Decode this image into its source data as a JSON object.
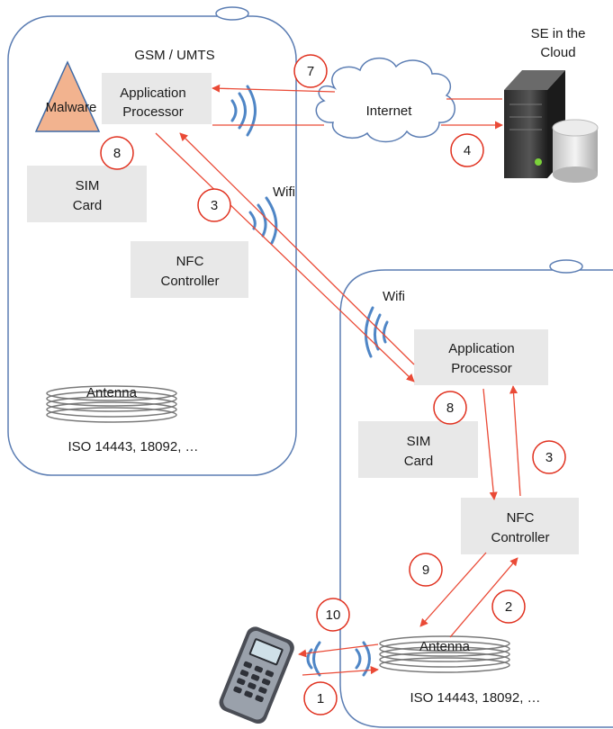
{
  "phone_left": {
    "network_label": "GSM / UMTS",
    "malware_label": "Malware",
    "app_processor": [
      "Application",
      "Processor"
    ],
    "sim_card": [
      "SIM",
      "Card"
    ],
    "nfc_controller": [
      "NFC",
      "Controller"
    ],
    "antenna_label": "Antenna",
    "iso_label": "ISO 14443, 18092, …"
  },
  "phone_right": {
    "app_processor": [
      "Application",
      "Processor"
    ],
    "sim_card": [
      "SIM",
      "Card"
    ],
    "nfc_controller": [
      "NFC",
      "Controller"
    ],
    "antenna_label": "Antenna",
    "iso_label": "ISO 14443, 18092, …"
  },
  "cloud": {
    "internet_label": "Internet"
  },
  "server": {
    "label": [
      "SE in the",
      "Cloud"
    ]
  },
  "wifi": {
    "left_label": "Wifi",
    "right_label": "Wifi"
  },
  "steps": {
    "s7": "7",
    "s8_left": "8",
    "s3_left": "3",
    "s4": "4",
    "s8_right": "8",
    "s3_right": "3",
    "s9": "9",
    "s2": "2",
    "s10": "10",
    "s1": "1"
  },
  "colors": {
    "arrow": "#ea4a36",
    "step_circle": "#e0301e",
    "wave": "#4f86c6",
    "phone_outline": "#5b7db3",
    "box_fill": "#e8e8e8",
    "malware_fill": "#f2b38f"
  }
}
